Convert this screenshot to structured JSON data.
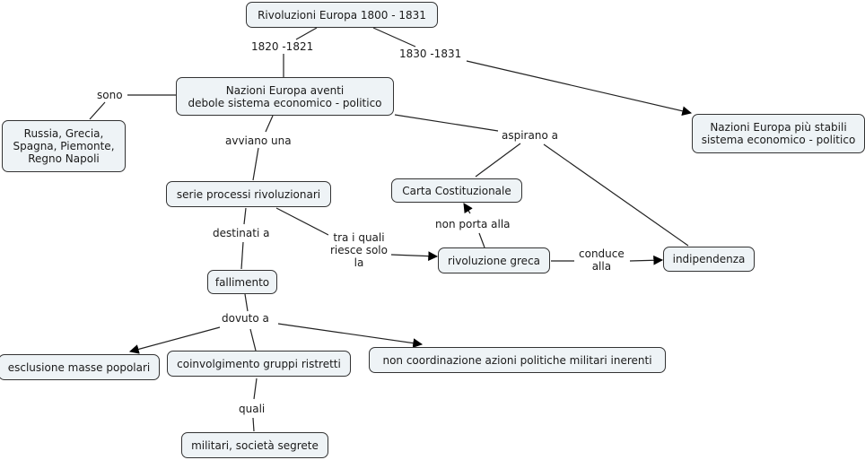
{
  "title": "Rivoluzioni Europa 1800 - 1831",
  "nodes": {
    "root": "Rivoluzioni Europa 1800 - 1831",
    "weak": "Nazioni Europa aventi\ndebole sistema economico - politico",
    "stable": "Nazioni Europa più stabili\nsistema economico - politico",
    "countries": "Russia, Grecia,\nSpagna, Piemonte,\nRegno Napoli",
    "serie": "serie processi rivoluzionari",
    "carta": "Carta Costituzionale",
    "fallimento": "fallimento",
    "greca": "rivoluzione greca",
    "indip": "indipendenza",
    "esclusione": "esclusione masse popolari",
    "coinvolgimento": "coinvolgimento gruppi ristretti",
    "noncoord": "non coordinazione azioni politiche militari inerenti",
    "militari": "militari, società segrete"
  },
  "links": {
    "y1820": "1820 -1821",
    "y1830": "1830 -1831",
    "sono": "sono",
    "avviano": "avviano una",
    "aspirano": "aspirano a",
    "destinati": "destinati a",
    "traiquali": "tra i quali\nriesce solo\nla",
    "nonporta": "non porta alla",
    "conduce": "conduce\nalla",
    "dovuto": "dovuto a",
    "quali": "quali"
  }
}
